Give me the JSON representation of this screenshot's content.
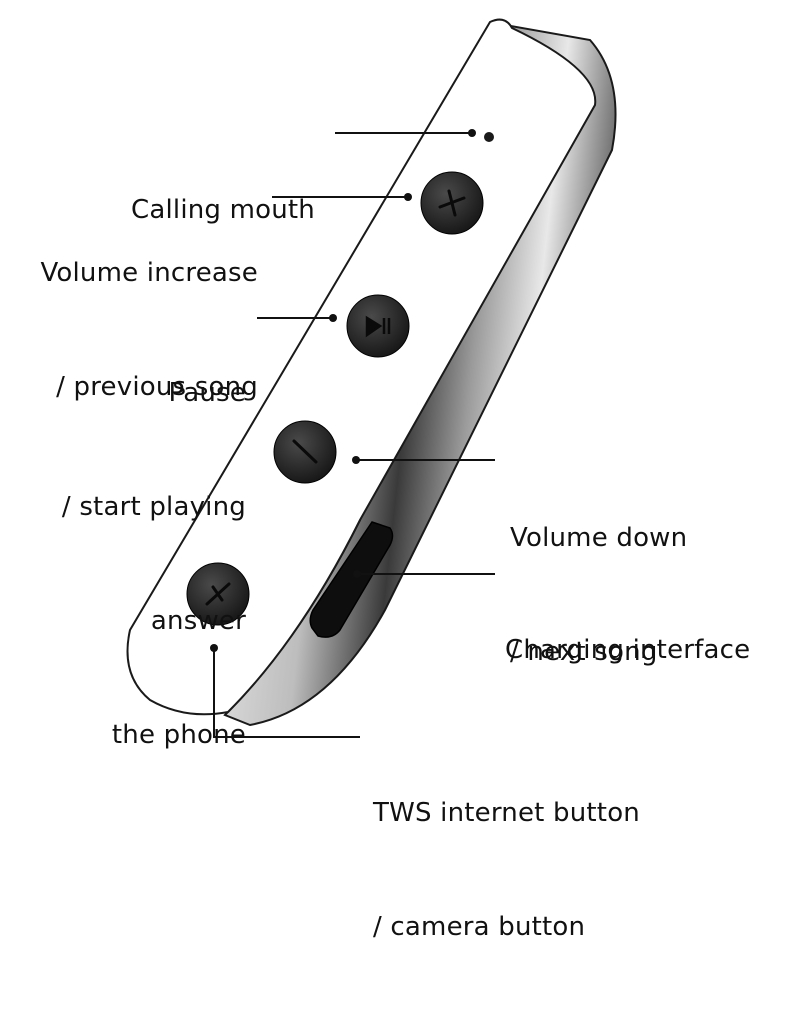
{
  "labels": {
    "calling_mouth": "Calling mouth",
    "volume_increase": [
      "Volume increase",
      "/ previous song"
    ],
    "pause": [
      "Pause",
      "/ start playing",
      "answer",
      "the phone"
    ],
    "volume_down": [
      "Volume down",
      "/ next song"
    ],
    "charging": "Charging interface",
    "tws": [
      "TWS internet button",
      "/ camera button"
    ]
  },
  "colors": {
    "text": "#111111",
    "button": "#2a2a2a",
    "body_edge": "#1a1a1a",
    "leader": "#111111"
  },
  "icons": [
    "plus-icon",
    "play-pause-icon",
    "minus-icon",
    "t-icon"
  ]
}
